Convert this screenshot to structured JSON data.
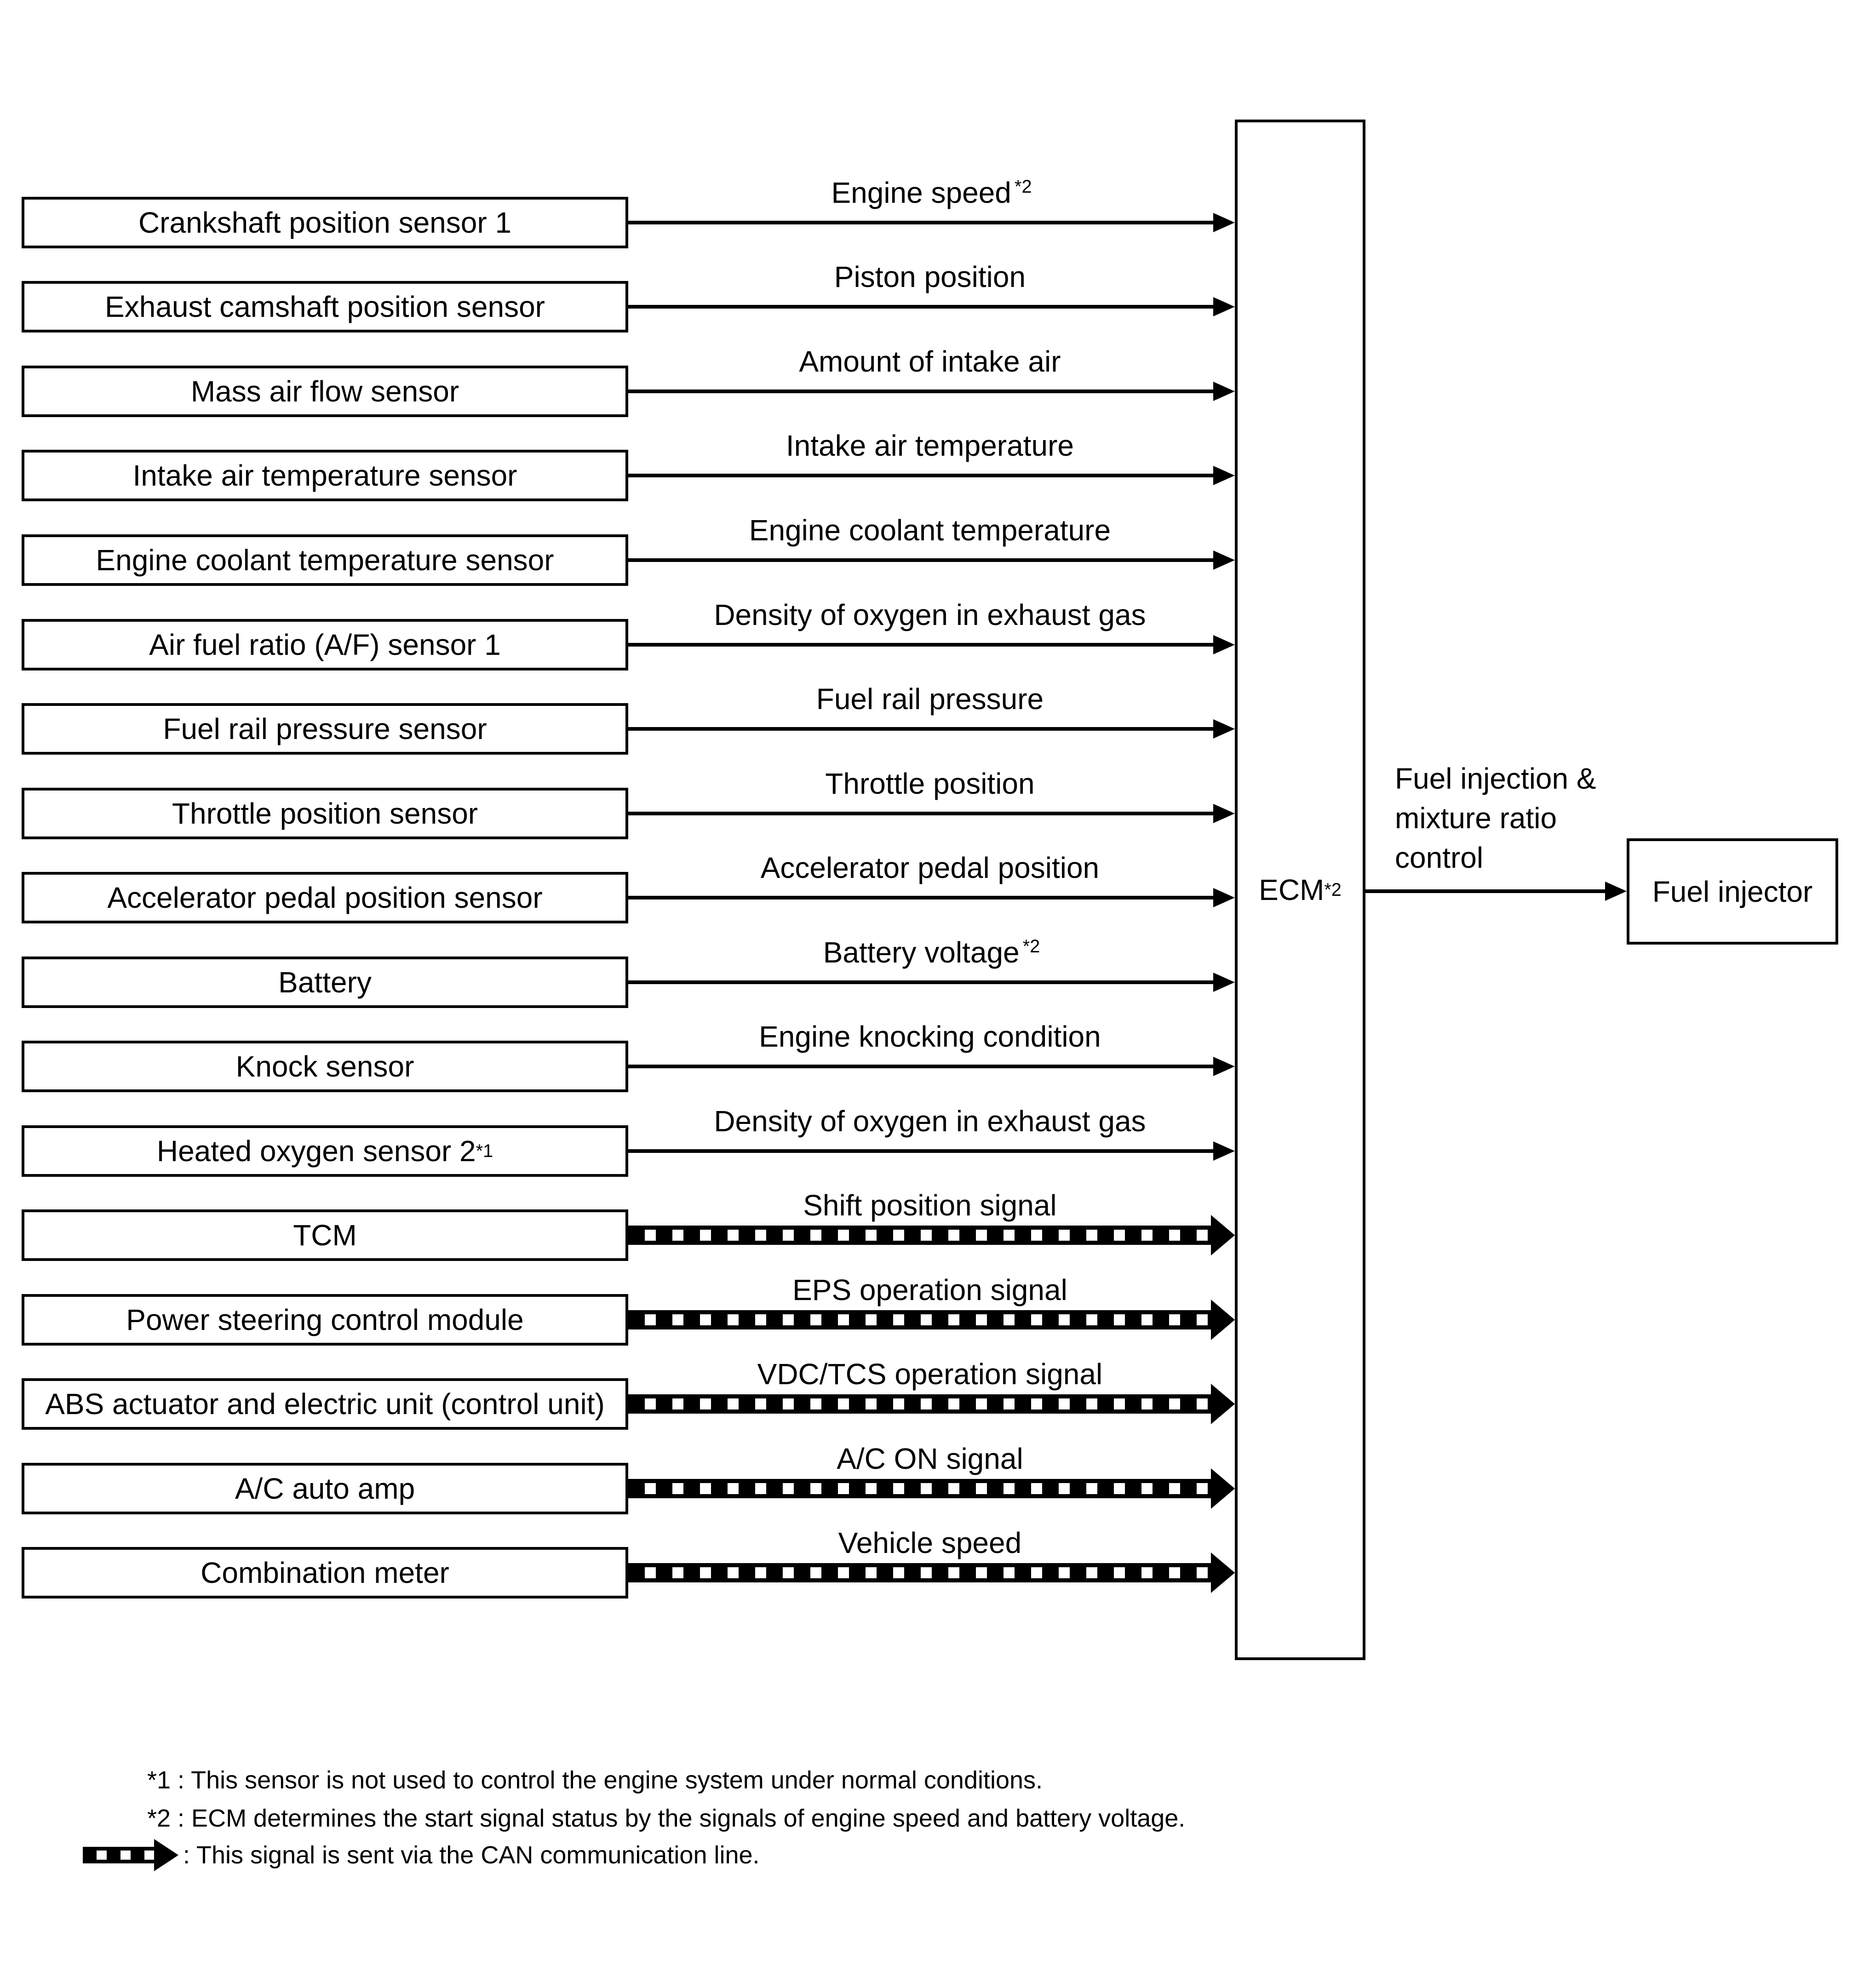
{
  "diagram": {
    "title": "ECM fuel injection control input/output diagram",
    "colors": {
      "stroke": "#000000",
      "background": "#ffffff"
    },
    "ecm": {
      "label": "ECM",
      "sup": "*2"
    },
    "output": {
      "control_label": "Fuel injection &\nmixture ratio\ncontrol",
      "target_box": "Fuel injector"
    },
    "rows": [
      {
        "box": "Crankshaft position sensor 1",
        "signal": "Engine speed",
        "signal_sup": "*2",
        "can": false
      },
      {
        "box": "Exhaust camshaft position sensor",
        "signal": "Piston position",
        "can": false
      },
      {
        "box": "Mass air flow sensor",
        "signal": "Amount of intake air",
        "can": false
      },
      {
        "box": "Intake air temperature sensor",
        "signal": "Intake air temperature",
        "can": false
      },
      {
        "box": "Engine coolant temperature sensor",
        "signal": "Engine coolant temperature",
        "can": false
      },
      {
        "box": "Air fuel ratio (A/F) sensor 1",
        "signal": "Density of oxygen in exhaust gas",
        "can": false
      },
      {
        "box": "Fuel rail pressure sensor",
        "signal": "Fuel rail pressure",
        "can": false
      },
      {
        "box": "Throttle position sensor",
        "signal": "Throttle position",
        "can": false
      },
      {
        "box": "Accelerator pedal position sensor",
        "signal": "Accelerator pedal position",
        "can": false
      },
      {
        "box": "Battery",
        "signal": "Battery voltage",
        "signal_sup": "*2",
        "can": false
      },
      {
        "box": "Knock sensor",
        "signal": "Engine knocking condition",
        "can": false
      },
      {
        "box": "Heated oxygen sensor 2",
        "box_sup": "*1",
        "signal": "Density of oxygen in exhaust gas",
        "can": false
      },
      {
        "box": "TCM",
        "signal": "Shift position signal",
        "can": true
      },
      {
        "box": "Power steering control module",
        "signal": "EPS operation signal",
        "can": true
      },
      {
        "box": "ABS actuator and electric unit (control unit)",
        "signal": "VDC/TCS operation signal",
        "can": true
      },
      {
        "box": "A/C auto amp",
        "signal": "A/C ON signal",
        "can": true
      },
      {
        "box": "Combination meter",
        "signal": "Vehicle speed",
        "can": true
      }
    ],
    "footnotes": {
      "note1": "*1 : This sensor is not used to control the engine system under normal conditions.",
      "note2": "*2 : ECM determines the start signal status by the signals of engine speed and battery voltage.",
      "can_legend_text": ": This signal is sent via the CAN communication line.",
      "can_legend_icon": "can-arrow-icon"
    }
  }
}
